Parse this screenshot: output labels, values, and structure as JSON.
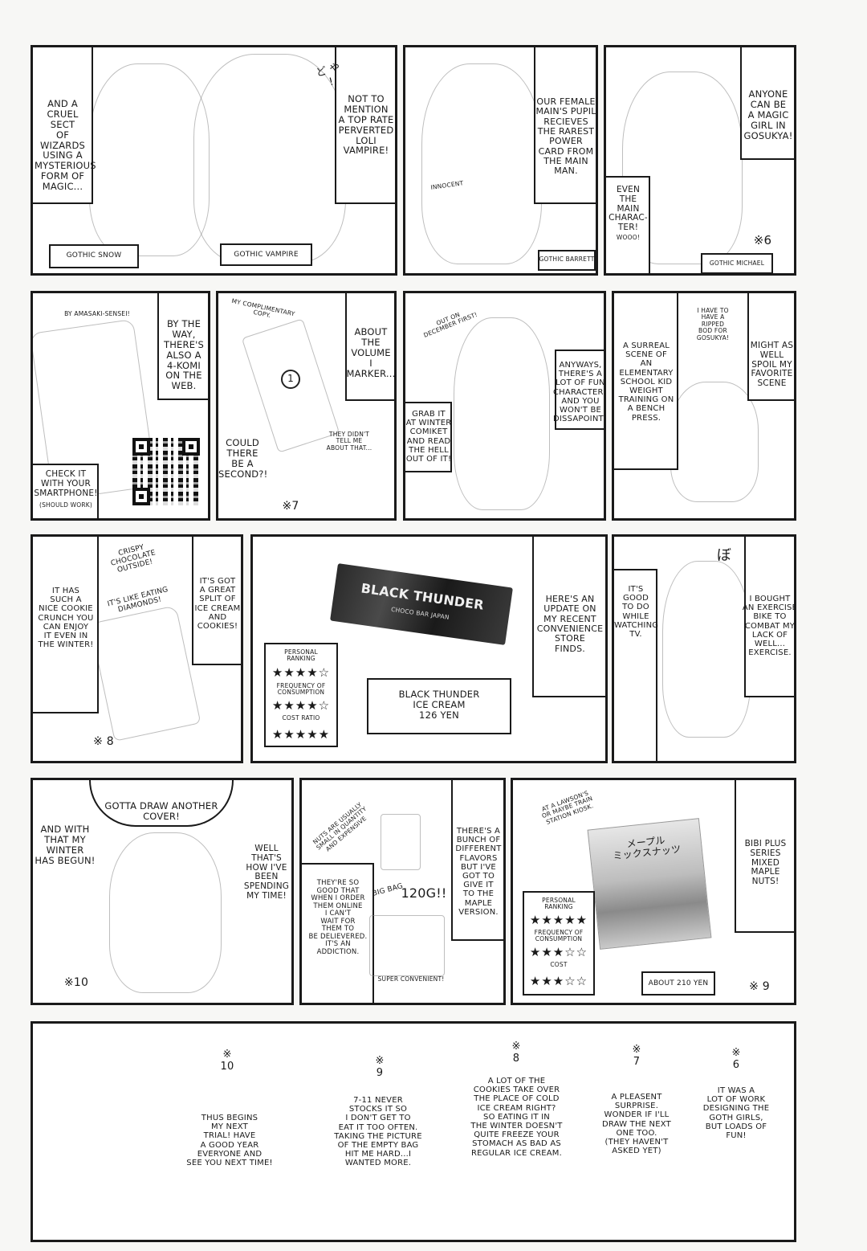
{
  "row1": {
    "p1": {
      "text_left": "AND A\nCRUEL SECT\nOF WIZARDS\nUSING A\nMYSTERIOUS\nFORM OF\nMAGIC...",
      "text_right": "NOT TO\nMENTION\nA TOP RATE\nPERVERTED\nLOLI\nVAMPIRE!",
      "sfx": "ど や !",
      "label_a": "GOTHIC SNOW",
      "label_b": "GOTHIC VAMPIRE"
    },
    "p2": {
      "text": "OUR FEMALE\nMAIN'S PUPIL\nRECIEVES\nTHE RAREST\nPOWER\nCARD FROM\nTHE MAIN\nMAN.",
      "small": "INNOCENT",
      "label": "GOTHIC BARRETT"
    },
    "p3": {
      "text_top": "ANYONE\nCAN BE\nA MAGIC\nGIRL IN\nGOSUKYA!",
      "text_mid": "EVEN\nTHE\nMAIN\nCHARAC-\nTER!",
      "small": "WOOO!",
      "note": "※6",
      "label": "GOTHIC MICHAEL"
    }
  },
  "row2": {
    "p1": {
      "header": "BY AMASAKI-SENSEI!",
      "text_right": "BY THE\nWAY,\nTHERE'S\nALSO A\n4-KOMI\nON THE\nWEB.",
      "text_bottom": "CHECK IT\nWITH YOUR\nSMARTPHONE!",
      "small": "(SHOULD WORK)"
    },
    "p2": {
      "small_top": "MY COMPLIMENTARY\nCOPY.",
      "text_right": "ABOUT\nTHE VOLUME\nI MARKER...",
      "text_left": "COULD\nTHERE\nBE A\nSECOND?!",
      "small_mid": "THEY DIDN'T\nTELL ME\nABOUT THAT...",
      "marker": "1",
      "note": "※7"
    },
    "p3": {
      "small_top": "OUT ON\nDECEMBER FIRST!",
      "text_right": "ANYWAYS,\nTHERE'S A\nLOT OF FUN\nCHARACTERS\nAND YOU\nWON'T BE\nDISSAPOINTED!",
      "text_left": "GRAB IT\nAT WINTER\nCOMIKET\nAND READ\nTHE HELL\nOUT OF IT!"
    },
    "p4": {
      "text_left": "A SURREAL\nSCENE OF\nAN ELEMENTARY\nSCHOOL KID\nWEIGHT\nTRAINING ON\nA BENCH\nPRESS.",
      "small_top": "I HAVE TO\nHAVE A\nRIPPED\nBOD FOR\nGOSUKYA!",
      "text_right": "MIGHT AS\nWELL\nSPOIL MY\nFAVORITE\nSCENE"
    }
  },
  "row3": {
    "p1": {
      "text_left": "IT HAS\nSUCH A\nNICE COOKIE\nCRUNCH YOU\nCAN ENJOY\nIT EVEN IN\nTHE WINTER!",
      "small_a": "CRISPY\nCHOCOLATE\nOUTSIDE!",
      "small_b": "IT'S LIKE EATING\nDIAMONDS!",
      "text_right": "IT'S GOT\nA GREAT\nSPLIT OF\nICE CREAM\nAND\nCOOKIES!",
      "note": "※ 8"
    },
    "p2": {
      "package_label": "BLACK THUNDER",
      "package_sub": "CHOCO BAR JAPAN",
      "rating_title_1": "PERSONAL\nRANKING",
      "rating_1": "★★★★☆",
      "rating_title_2": "FREQUENCY OF\nCONSUMPTION",
      "rating_2": "★★★★☆",
      "rating_title_3": "COST RATIO",
      "rating_3": "★★★★★",
      "product": "BLACK THUNDER\nICE CREAM\n126 YEN",
      "text_right": "HERE'S AN\nUPDATE ON\nMY RECENT\nCONVENIENCE\nSTORE\nFINDS."
    },
    "p3": {
      "text_left": "IT'S\nGOOD\nTO DO\nWHILE\nWATCHING\nTV.",
      "text_right": "I BOUGHT\nAN EXERCISE\nBIKE TO\nCOMBAT MY\nLACK OF\nWELL...\nEXERCISE.",
      "sfx": "ぼ"
    }
  },
  "row4": {
    "p1": {
      "text_top": "GOTTA DRAW ANOTHER\nCOVER!",
      "text_left": "AND WITH\nTHAT MY\nWINTER\nHAS BEGUN!",
      "text_right": "WELL THAT'S\nHOW I'VE\nBEEN\nSPENDING\nMY TIME!",
      "note": "※10"
    },
    "p2": {
      "small_top": "NUTS ARE USUALLY\nSMALL IN QUANTITY\nAND EXPENSIVE",
      "text_left": "THEY'RE SO\nGOOD THAT\nWHEN I ORDER\nTHEM ONLINE\nI CAN'T\nWAIT FOR\nTHEM TO\nBE DELIEVERED.\nIT'S AN\nADDICTION.",
      "big_bag": "BIG BAG",
      "weight": "120g!!",
      "small_bottom": "SUPER CONVENIENT!",
      "text_right": "THERE'S A\nBUNCH OF\nDIFFERENT\nFLAVORS\nBUT I'VE\nGOT TO\nGIVE IT\nTO THE\nMAPLE\nVERSION."
    },
    "p3": {
      "small_top": "AT A LAWSON'S\nOR MAYBE TRAIN\nSTATION KIOSK.",
      "package_label": "メープル\nミックスナッツ",
      "rating_title_1": "PERSONAL\nRANKING",
      "rating_1": "★★★★★",
      "rating_title_2": "FREQUENCY OF\nCONSUMPTION",
      "rating_2": "★★★☆☆",
      "rating_title_3": "COST",
      "rating_3": "★★★☆☆",
      "price": "ABOUT 210 YEN",
      "text_right": "BIBI PLUS\nSERIES\nMIXED\nMAPLE\nNUTS!",
      "note": "※ 9"
    }
  },
  "notes": [
    {
      "mark": "※\n10",
      "text": "THUS BEGINS\nMY NEXT\nTRIAL! HAVE\nA GOOD YEAR\nEVERYONE AND\nSEE YOU NEXT TIME!"
    },
    {
      "mark": "※\n9",
      "text": "7-11 NEVER\nSTOCKS IT SO\nI DON'T GET TO\nEAT IT TOO OFTEN.\nTAKING THE PICTURE\nOF THE EMPTY BAG\nHIT ME HARD...I\nWANTED MORE."
    },
    {
      "mark": "※\n8",
      "text": "A LOT OF THE\nCOOKIES TAKE OVER\nTHE PLACE OF COLD\nICE CREAM RIGHT?\nSO EATING IT IN\nTHE WINTER DOESN'T\nQUITE FREEZE YOUR\nSTOMACH AS BAD AS\nREGULAR ICE CREAM."
    },
    {
      "mark": "※\n7",
      "text": "A PLEASENT\nSURPRISE.\nWONDER IF I'LL\nDRAW THE NEXT\nONE TOO.\n(THEY HAVEN'T\nASKED YET)"
    },
    {
      "mark": "※\n6",
      "text": "IT WAS A\nLOT OF WORK\nDESIGNING THE\nGOTH GIRLS,\nBUT LOADS OF\nFUN!"
    }
  ]
}
